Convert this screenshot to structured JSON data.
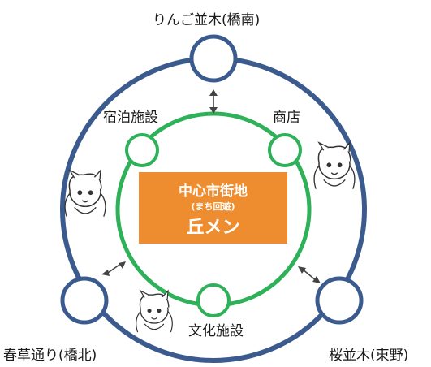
{
  "colors": {
    "outer_ring": "#3b5b8e",
    "inner_ring": "#2fb15a",
    "center_fill": "#ee8d2f",
    "arrow": "#444444"
  },
  "outer_nodes": {
    "top": "りんご並木(橋南)",
    "bottom_left": "春草通り(橋北)",
    "bottom_right": "桜並木(東野)"
  },
  "inner_nodes": {
    "upper_left": "宿泊施設",
    "upper_right": "商店",
    "bottom": "文化施設"
  },
  "center": {
    "title": "中心市街地",
    "subtitle": "(まち回遊)",
    "brand": "丘メン"
  },
  "icons": [
    "mascot-character-icon"
  ]
}
